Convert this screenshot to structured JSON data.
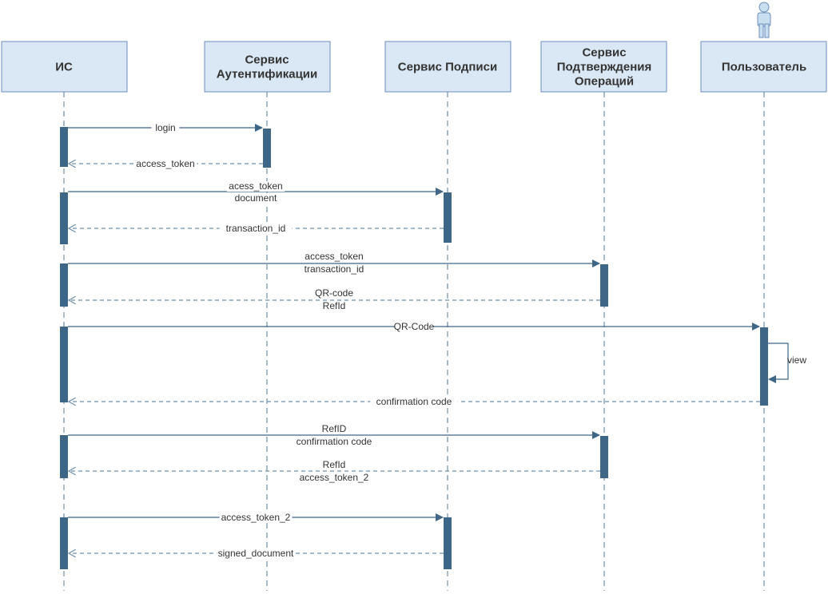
{
  "diagram": {
    "participants": [
      {
        "id": "is",
        "lines": [
          "ИС"
        ]
      },
      {
        "id": "auth",
        "lines": [
          "Сервис",
          "Аутентификации"
        ]
      },
      {
        "id": "sign",
        "lines": [
          "Сервис Подписи"
        ]
      },
      {
        "id": "confirm",
        "lines": [
          "Сервис",
          "Подтверждения",
          "Операций"
        ]
      },
      {
        "id": "user",
        "lines": [
          "Пользователь"
        ]
      }
    ],
    "messages": [
      {
        "from": "is",
        "to": "auth",
        "kind": "call",
        "lines": [
          "login"
        ]
      },
      {
        "from": "auth",
        "to": "is",
        "kind": "return",
        "lines": [
          "access_token"
        ]
      },
      {
        "from": "is",
        "to": "sign",
        "kind": "call",
        "lines": [
          "acess_token",
          "document"
        ]
      },
      {
        "from": "sign",
        "to": "is",
        "kind": "return",
        "lines": [
          "transaction_id"
        ]
      },
      {
        "from": "is",
        "to": "confirm",
        "kind": "call",
        "lines": [
          "access_token",
          "transaction_id"
        ]
      },
      {
        "from": "confirm",
        "to": "is",
        "kind": "return",
        "lines": [
          "QR-code",
          "RefId"
        ]
      },
      {
        "from": "is",
        "to": "user",
        "kind": "call",
        "lines": [
          "QR-Code"
        ]
      },
      {
        "from": "user",
        "to": "user",
        "kind": "self",
        "lines": [
          "view"
        ]
      },
      {
        "from": "user",
        "to": "is",
        "kind": "return",
        "lines": [
          "confirmation code"
        ]
      },
      {
        "from": "is",
        "to": "confirm",
        "kind": "call",
        "lines": [
          "RefID",
          "confirmation code"
        ]
      },
      {
        "from": "confirm",
        "to": "is",
        "kind": "return",
        "lines": [
          "RefId",
          "access_token_2"
        ]
      },
      {
        "from": "is",
        "to": "sign",
        "kind": "call",
        "lines": [
          "access_token_2"
        ]
      },
      {
        "from": "sign",
        "to": "is",
        "kind": "return",
        "lines": [
          "signed_document"
        ]
      }
    ]
  },
  "colors": {
    "box_fill": "#dae8f5",
    "box_stroke": "#6c8ebf",
    "activation": "#3e6686",
    "line": "#3e6686",
    "dashed": "#6e8faa",
    "text": "#333333",
    "actor_fill": "#c9deef"
  }
}
